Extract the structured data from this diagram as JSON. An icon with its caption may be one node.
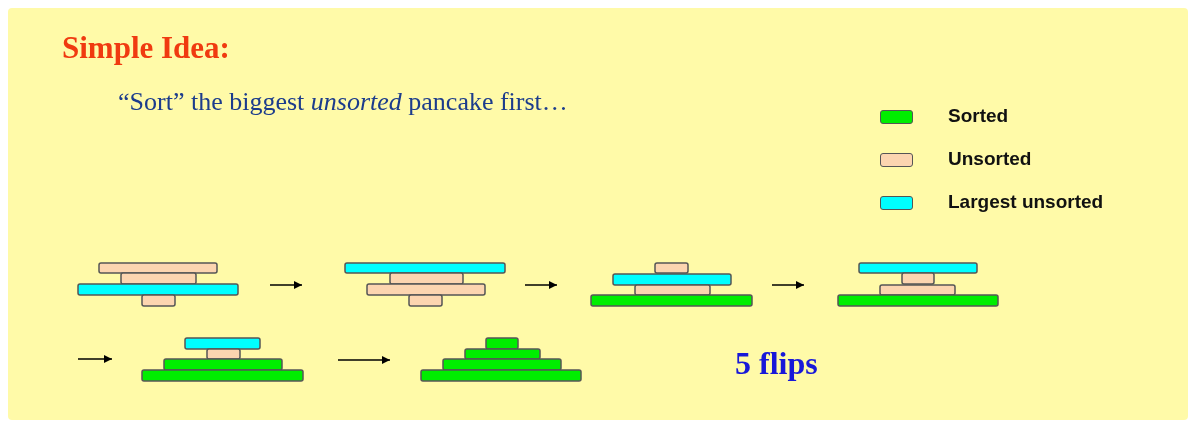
{
  "diagram": {
    "title": "Simple Idea:",
    "nodes": [
      {
        "text": [],
        "shape": "picture"
      },
      {
        "text": [],
        "shape": "picture"
      },
      {
        "text": [],
        "shape": "picture"
      },
      {
        "text": [],
        "shape": "picture"
      },
      {
        "text": [],
        "shape": "picture"
      },
      {
        "text": [],
        "shape": "picture"
      }
    ],
    "edges": [
      {
        "from": 0,
        "to": 1,
        "arrow": "to"
      },
      {
        "from": 1,
        "to": 2,
        "arrow": "to"
      },
      {
        "from": 2,
        "to": 3,
        "arrow": "to"
      },
      {
        "from": null,
        "to": 4,
        "arrow": "to"
      },
      {
        "from": 4,
        "to": 5,
        "arrow": "to"
      }
    ],
    "labels": [
      "“Sort” the biggest *unsorted* pancake first…",
      "5 flips"
    ],
    "legend": [
      {
        "text": "Sorted",
        "color": "#00ee00"
      },
      {
        "text": "Unsorted",
        "color": "#fcd5b0"
      },
      {
        "text": "Largest unsorted",
        "color": "#00ffff"
      }
    ]
  }
}
